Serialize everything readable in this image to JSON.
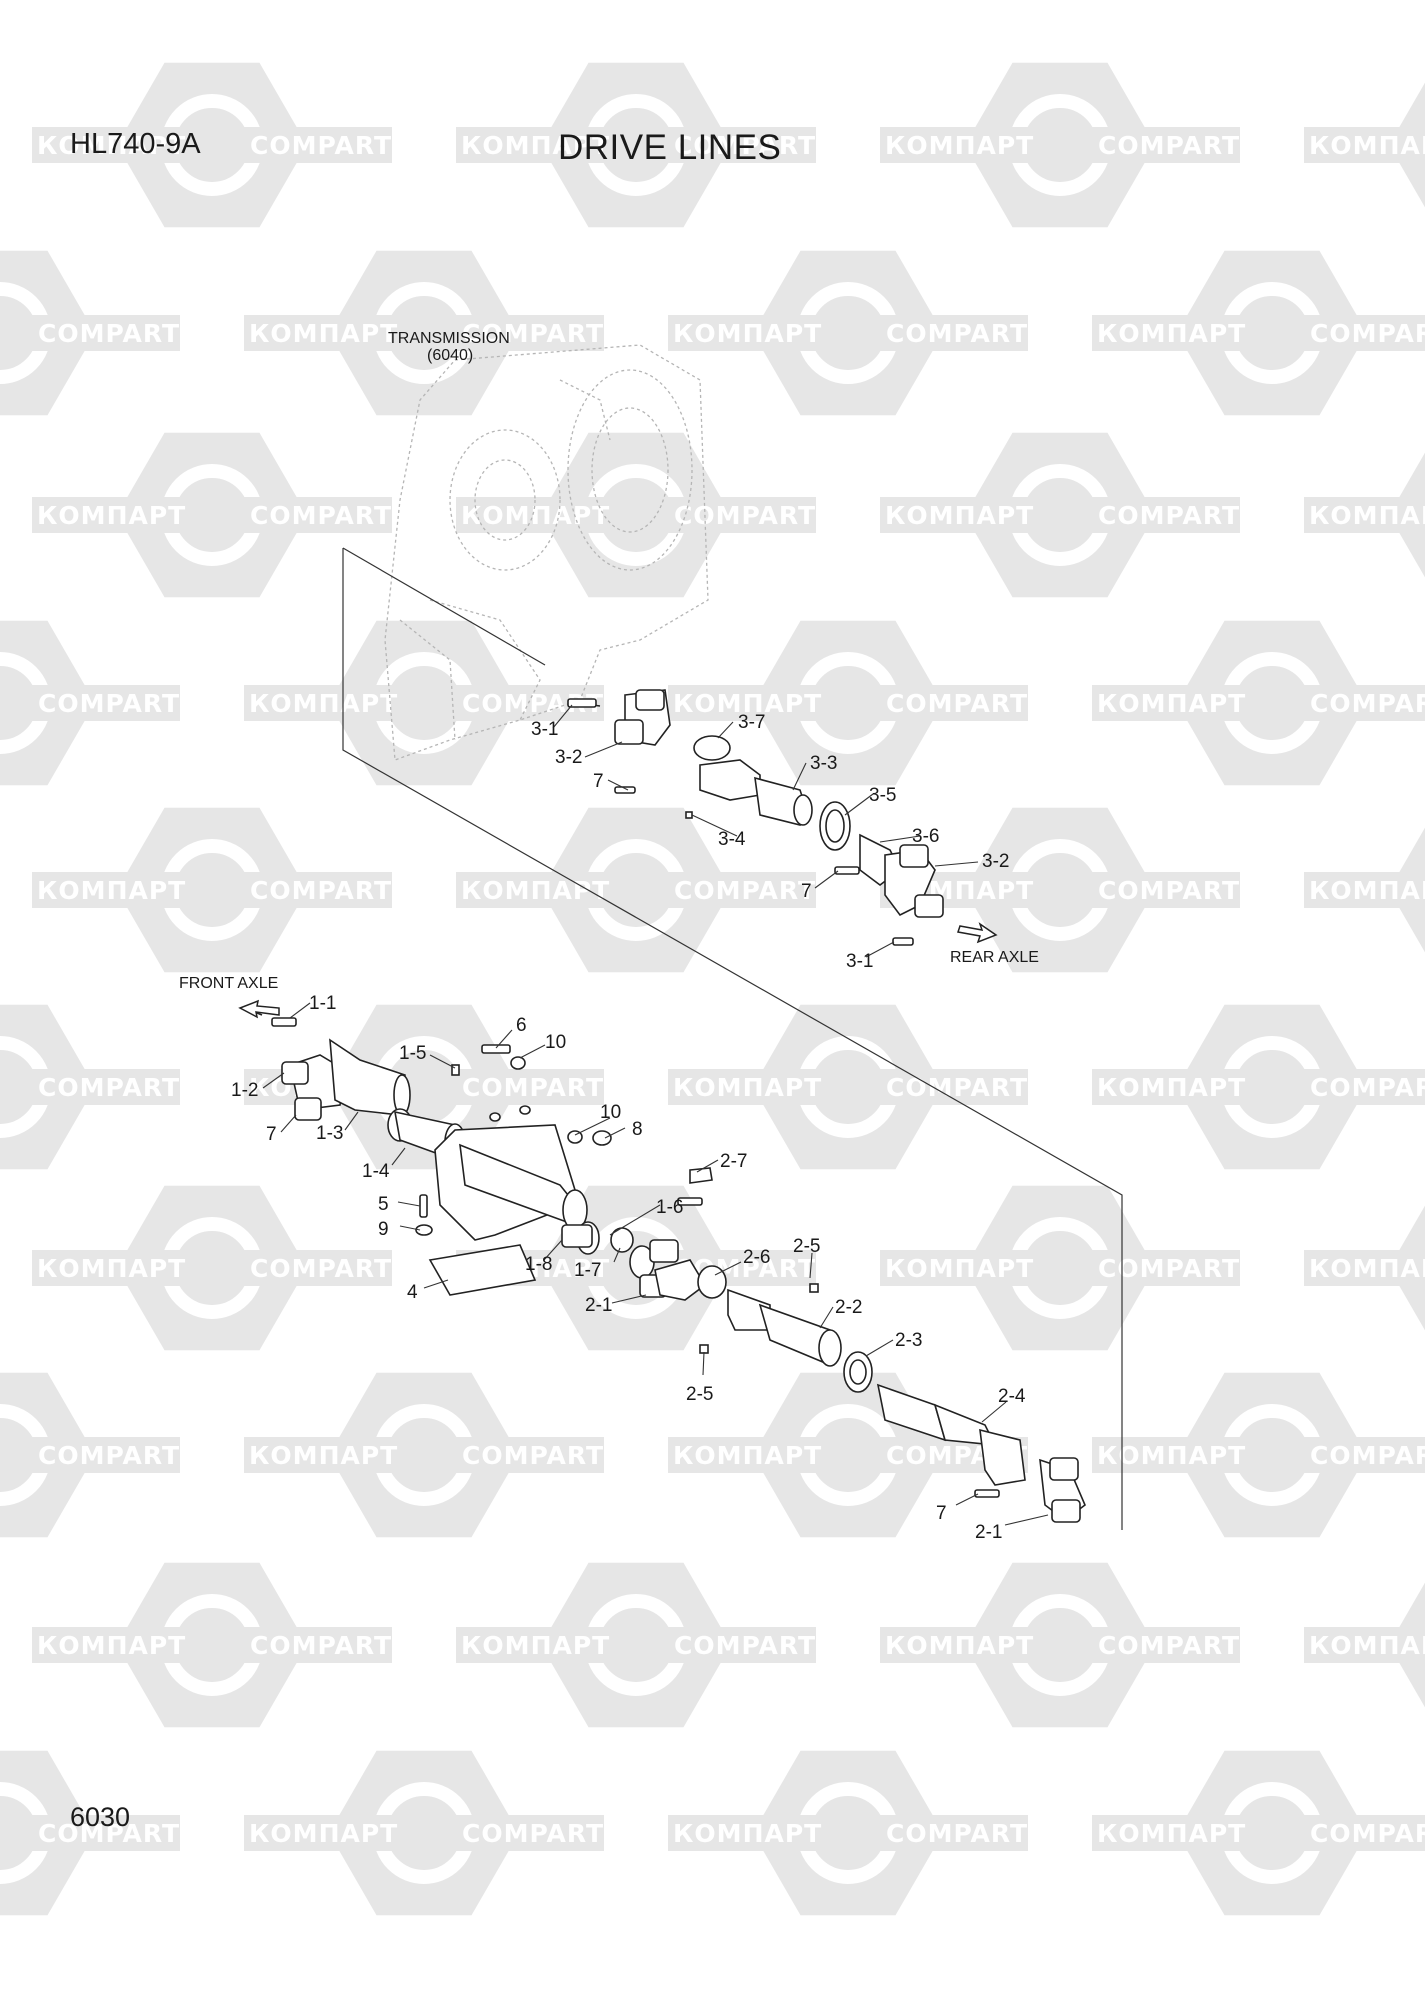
{
  "header": {
    "model": "HL740-9A",
    "title": "DRIVE LINES"
  },
  "footer": {
    "page_number": "6030"
  },
  "watermark": {
    "text_latin": "COMPART",
    "text_cyrillic": "КОМПАРТ",
    "color": "#e6e6e6"
  },
  "notes": {
    "transmission_line1": "TRANSMISSION",
    "transmission_line2": "(6040)",
    "front_axle": "FRONT AXLE",
    "rear_axle": "REAR AXLE"
  },
  "callouts": {
    "c3_1_a": "3-1",
    "c3_2_a": "3-2",
    "c7_a": "7",
    "c3_7": "3-7",
    "c3_3": "3-3",
    "c3_4": "3-4",
    "c3_5": "3-5",
    "c3_6": "3-6",
    "c3_2_b": "3-2",
    "c7_b": "7",
    "c3_1_b": "3-1",
    "c1_1": "1-1",
    "c1_5": "1-5",
    "c6": "6",
    "c10_a": "10",
    "c1_2": "1-2",
    "c7_c": "7",
    "c1_3": "1-3",
    "c10_b": "10",
    "c8": "8",
    "c1_4": "1-4",
    "c2_7": "2-7",
    "c5": "5",
    "c1_6": "1-6",
    "c9": "9",
    "c1_8": "1-8",
    "c1_7": "1-7",
    "c2_5_a": "2-5",
    "c2_6": "2-6",
    "c4": "4",
    "c2_1_a": "2-1",
    "c2_2": "2-2",
    "c2_3": "2-3",
    "c2_5_b": "2-5",
    "c2_4": "2-4",
    "c7_d": "7",
    "c2_1_b": "2-1"
  }
}
